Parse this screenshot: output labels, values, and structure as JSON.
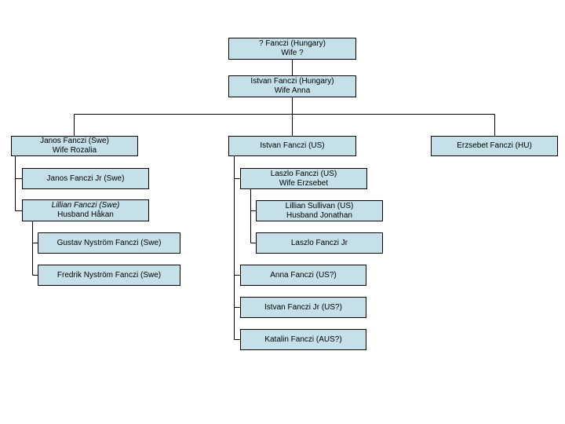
{
  "colors": {
    "box_fill": "#c5e0e8",
    "box_border": "#000000",
    "line": "#000000"
  },
  "tree": {
    "root": {
      "line1": "? Fanczi (Hungary)",
      "line2": "Wife ?"
    },
    "istvan_hu": {
      "line1": "Istvan Fanczi (Hungary)",
      "line2": "Wife Anna"
    },
    "janos": {
      "line1": "Janos Fanczi (Swe)",
      "line2": "Wife Rozalia"
    },
    "istvan_us": {
      "line1": "Istvan Fanczi (US)"
    },
    "erzsebet": {
      "line1": "Erzsebet Fanczi (HU)"
    },
    "janos_jr": {
      "line1": "Janos Fanczi Jr (Swe)"
    },
    "lillian_f": {
      "line1": "Lillian Fanczi (Swe)",
      "line2": "Husband Håkan"
    },
    "gustav": {
      "line1": "Gustav Nyström Fanczi (Swe)"
    },
    "fredrik": {
      "line1": "Fredrik Nyström Fanczi (Swe)"
    },
    "laszlo": {
      "line1": "Laszlo Fanczi (US)",
      "line2": "Wife Erzsebet"
    },
    "lillian_s": {
      "line1": "Lillian Sullivan (US)",
      "line2": "Husband Jonathan"
    },
    "laszlo_jr": {
      "line1": "Laszlo Fanczi Jr"
    },
    "anna": {
      "line1": "Anna Fanczi (US?)"
    },
    "istvan_jr": {
      "line1": "Istvan Fanczi Jr (US?)"
    },
    "katalin": {
      "line1": "Katalin Fanczi (AUS?)"
    }
  }
}
